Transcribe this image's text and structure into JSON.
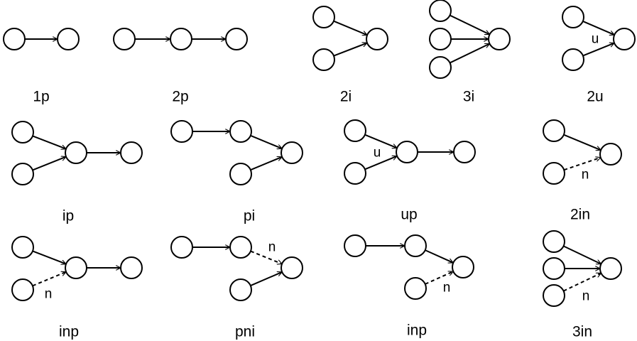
{
  "captions": {
    "d1p": "1p",
    "d2p": "2p",
    "d2i": "2i",
    "d3i": "3i",
    "d2u": "2u",
    "dip": "ip",
    "dpi": "pi",
    "dup": "up",
    "d2in": "2in",
    "dinp": "inp",
    "dpni": "pni",
    "dinp2": "inp",
    "d3in": "3in"
  },
  "edge_labels": {
    "d2u": "u",
    "dup": "u",
    "d2in": "n",
    "dinp": "n",
    "dpni": "n",
    "dinp2": "n",
    "d3in": "n"
  },
  "edge_styles": {
    "projection": "solid",
    "intersection": "solid",
    "union": "solid",
    "negation": "dashed"
  }
}
